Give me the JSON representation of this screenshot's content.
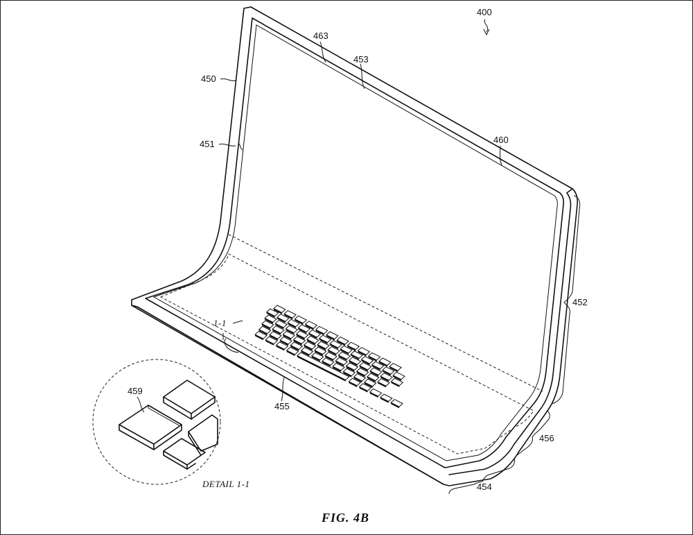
{
  "figure": {
    "caption": "FIG. 4B",
    "detail_caption": "DETAIL 1-1",
    "section_marker": "1-1"
  },
  "reference_numerals": {
    "device": "400",
    "enclosure": "450",
    "display_region": "451",
    "upright_portion": "452",
    "display_border": "453",
    "base_portion": "454",
    "keyboard_region": "455",
    "curved_portion": "456",
    "key": "459",
    "display_panel": "460",
    "outer_edge": "463"
  }
}
